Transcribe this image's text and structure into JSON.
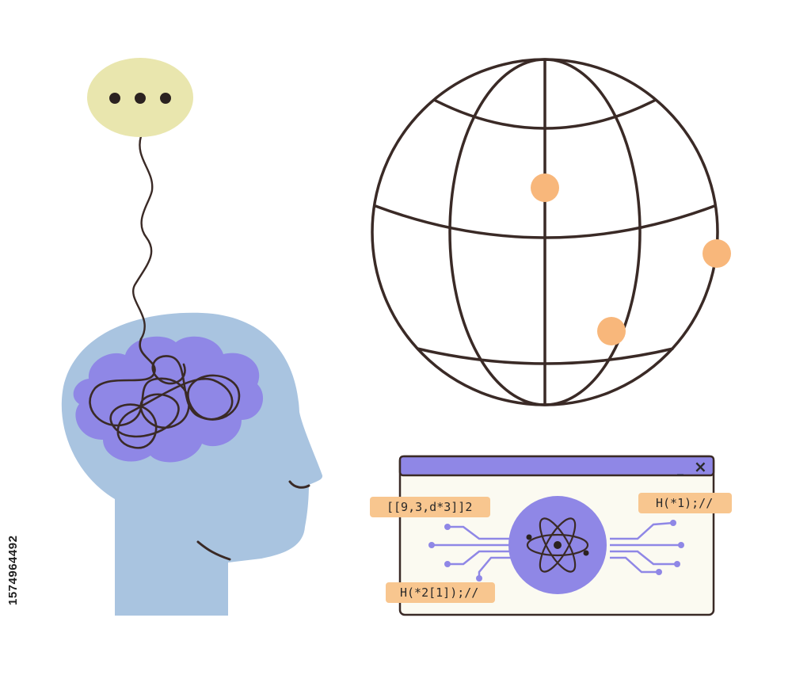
{
  "code_labels": {
    "left_top": "[[9,3,d*3]]2",
    "right_top": "H(*1);//",
    "left_bottom": "H(*2[1]);//"
  },
  "window_controls": {
    "minimize": "_",
    "close": "×"
  },
  "stock_id": "1574964492",
  "icons": [
    "speech-bubble-icon",
    "human-head-icon",
    "brain-icon",
    "globe-icon",
    "atom-icon",
    "circuit-icon"
  ],
  "colors": {
    "stroke": "#3a2a26",
    "head": "#a9c4e0",
    "brain": "#8f87e6",
    "bubble": "#e9e6ae",
    "pin": "#f8b77b",
    "window_bar": "#8f87e6",
    "window_bg": "#fbfaf1",
    "label_bg": "#f8c68f"
  }
}
